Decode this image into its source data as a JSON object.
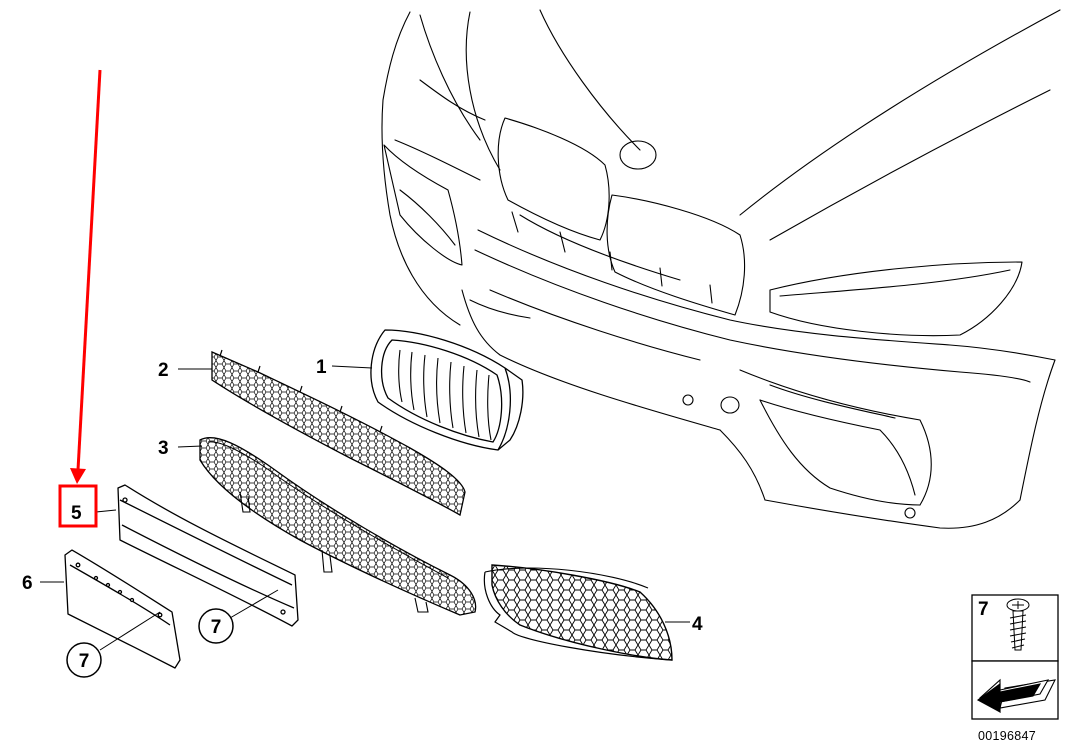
{
  "callouts": {
    "part1": "1",
    "part2": "2",
    "part3": "3",
    "part4": "4",
    "part5": "5",
    "part6": "6",
    "fastener_a": "7",
    "fastener_b": "7"
  },
  "legend": {
    "part_number": "7"
  },
  "reference_number": "00196847",
  "colors": {
    "line": "#000000",
    "highlight": "#ff0000",
    "background": "#ffffff"
  }
}
